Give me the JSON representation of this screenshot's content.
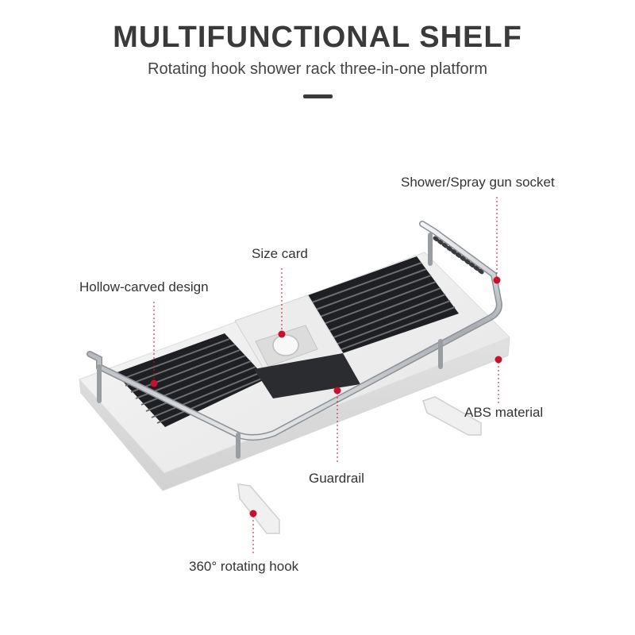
{
  "header": {
    "title": "MULTIFUNCTIONAL SHELF",
    "subtitle": "Rotating hook shower rack three-in-one platform"
  },
  "callouts": {
    "shower_socket": "Shower/Spray gun socket",
    "size_card": "Size card",
    "hollow_carved": "Hollow-carved design",
    "abs_material": "ABS material",
    "guardrail": "Guardrail",
    "rotating_hook": "360° rotating hook"
  },
  "colors": {
    "accent_dot": "#c8102e",
    "title_text": "#3a3a3a",
    "tray": "#f2f2f2",
    "grille": "#1e1f22",
    "chrome": "#c9ccd0"
  }
}
